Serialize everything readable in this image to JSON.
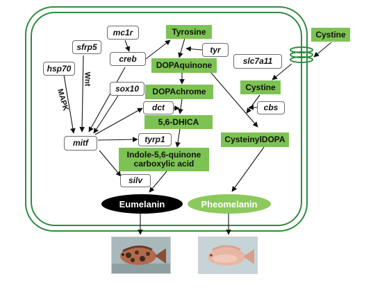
{
  "colors": {
    "membrane": "#2e8b3e",
    "metabolite_fill": "#7cc353",
    "eumelanin_fill": "#000000",
    "pheomelanin_fill": "#8cc95d"
  },
  "genes": {
    "mc1r": "mc1r",
    "sfrp5": "sfrp5",
    "hsp70": "hsp70",
    "creb": "creb",
    "tyr": "tyr",
    "sox10": "sox10",
    "dct": "dct",
    "mitf": "mitf",
    "tyrp1": "tyrp1",
    "silv": "silv",
    "slc7a11": "slc7a11",
    "cbs": "cbs"
  },
  "metabolites": {
    "tyrosine": "Tyrosine",
    "dopaquinone": "DOPAquinone",
    "dopachrome": "DOPAchrome",
    "dhica": "5,6-DHICA",
    "icca_line1": "Indole-5,6-quinone",
    "icca_line2": "carboxylic acid",
    "cystine_in": "Cystine",
    "cystine_out": "Cystine",
    "cysteinyldopa": "CysteinylDOPA"
  },
  "labels": {
    "mapk": "MAPK",
    "wnt": "Wnt"
  },
  "pigments": {
    "eumelanin": "Eumelanin",
    "pheomelanin": "Pheomelanin"
  },
  "photos": {
    "left_icon": "dark-spotted-fish-photo",
    "right_icon": "pink-fish-photo"
  }
}
